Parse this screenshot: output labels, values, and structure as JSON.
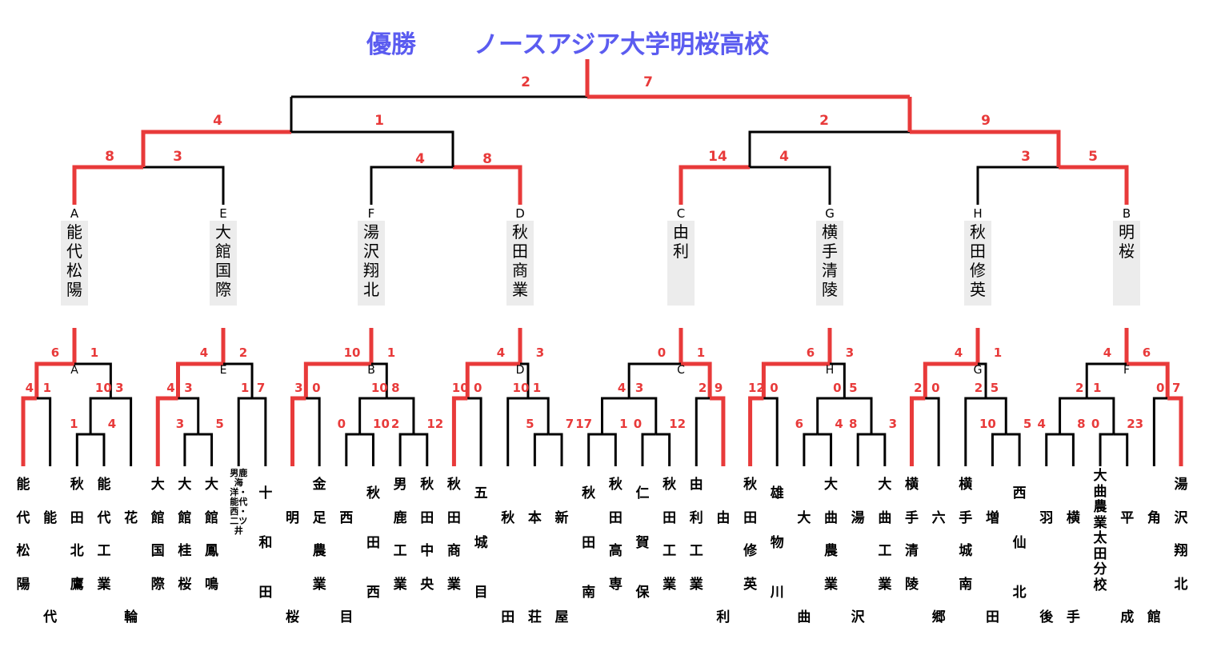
{
  "champion": {
    "label": "優勝",
    "name": "ノースアジア大学明桜高校"
  },
  "colors": {
    "win": "#e83a3a",
    "lose": "#000000",
    "title": "#5b5cf0",
    "seed_bg": "#ececec"
  },
  "final": {
    "left_score": "2",
    "right_score": "7"
  },
  "semis": [
    {
      "left_score": "4",
      "right_score": "1"
    },
    {
      "left_score": "2",
      "right_score": "9"
    }
  ],
  "quarters": [
    {
      "left_score": "8",
      "right_score": "3"
    },
    {
      "left_score": "4",
      "right_score": "8"
    },
    {
      "left_score": "14",
      "right_score": "4"
    },
    {
      "left_score": "3",
      "right_score": "5"
    }
  ],
  "seeds": [
    {
      "letter": "A",
      "name": "能代松陽"
    },
    {
      "letter": "E",
      "name": "大館国際"
    },
    {
      "letter": "F",
      "name": "湯沢翔北"
    },
    {
      "letter": "D",
      "name": "秋田商業"
    },
    {
      "letter": "C",
      "name": "由利"
    },
    {
      "letter": "G",
      "name": "横手清陵"
    },
    {
      "letter": "H",
      "name": "秋田修英"
    },
    {
      "letter": "B",
      "name": "明桜"
    }
  ],
  "blocks": [
    {
      "letter": "A",
      "top_left": "6",
      "top_right": "1",
      "mid_left": "4",
      "mid_mid": "1",
      "mid_right_a": "10",
      "mid_right_b": "3",
      "low_a": "1",
      "low_b": "4",
      "low_c": "",
      "low_d": ""
    },
    {
      "letter": "E",
      "top_left": "4",
      "top_right": "2",
      "mid_left": "4",
      "mid_mid": "3",
      "mid_right_a": "1",
      "mid_right_b": "7",
      "low_a": "3",
      "low_b": "5",
      "low_c": "",
      "low_d": ""
    },
    {
      "letter": "B",
      "top_left": "10",
      "top_right": "1",
      "mid_left": "3",
      "mid_mid": "0",
      "mid_right_a": "10",
      "mid_right_b": "8",
      "low_a": "0",
      "low_b": "10",
      "low_c": "2",
      "low_d": "12"
    },
    {
      "letter": "D",
      "top_left": "4",
      "top_right": "3",
      "mid_left": "10",
      "mid_mid": "0",
      "mid_right_a": "10",
      "mid_right_b": "1",
      "low_a": "5",
      "low_b": "7",
      "low_c": "",
      "low_d": ""
    },
    {
      "letter": "C",
      "top_left": "0",
      "top_right": "1",
      "mid_left": "4",
      "mid_mid": "3",
      "mid_right_a": "2",
      "mid_right_b": "9",
      "low_a": "17",
      "low_b": "1",
      "low_c": "0",
      "low_d": "12"
    },
    {
      "letter": "H",
      "top_left": "6",
      "top_right": "3",
      "mid_left": "12",
      "mid_mid": "0",
      "mid_right_a": "0",
      "mid_right_b": "5",
      "low_a": "6",
      "low_b": "4",
      "low_c": "8",
      "low_d": "3"
    },
    {
      "letter": "G",
      "top_left": "4",
      "top_right": "1",
      "mid_left": "2",
      "mid_mid": "0",
      "mid_right_a": "2",
      "mid_right_b": "5",
      "low_a": "10",
      "low_b": "5",
      "low_c": "",
      "low_d": ""
    },
    {
      "letter": "F",
      "top_left": "4",
      "top_right": "6",
      "mid_left": "2",
      "mid_mid": "1",
      "mid_right_a": "0",
      "mid_right_b": "7",
      "low_a": "4",
      "low_b": "8",
      "low_c": "0",
      "low_d": "23"
    }
  ],
  "schools": [
    "能代松陽",
    "能代",
    "秋田北鷹",
    "能代工業",
    "花輪",
    "大館国際",
    "大館桂桜",
    "大館鳳鳴",
    "男鹿海洋・能代西・二ツ井",
    "十和田",
    "明桜",
    "金足農業",
    "西目",
    "秋田西",
    "男鹿工業",
    "秋田中央",
    "秋田商業",
    "五城目",
    "秋田",
    "本荘",
    "新屋",
    "秋田南",
    "秋田高専",
    "仁賀保",
    "秋田工業",
    "由利工業",
    "由利",
    "秋田修英",
    "雄物川",
    "大曲",
    "大曲農業",
    "湯沢",
    "大曲工業",
    "横手清陵",
    "六郷",
    "横手城南",
    "増田",
    "西仙北",
    "羽後",
    "横手",
    "大曲農業太田分校",
    "平成",
    "角館",
    "湯沢翔北"
  ]
}
